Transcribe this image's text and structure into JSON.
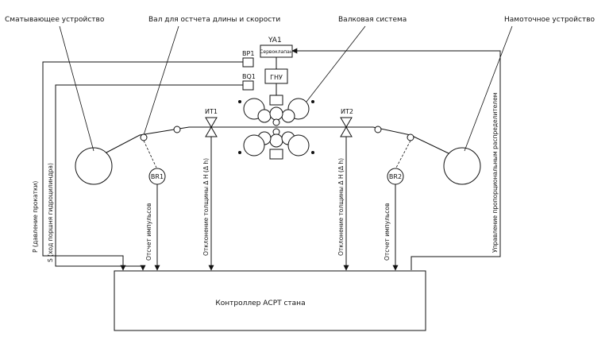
{
  "labels": {
    "unwinder": "Сматывающее устройство",
    "roller": "Вал для остчета длины и скорости",
    "mill": "Валковая система",
    "winder": "Намоточное устройство",
    "bp1": "BP1",
    "bq1": "BQ1",
    "ya1": "YA1",
    "servo": "Сервоклапан",
    "gnu": "ГНУ",
    "it1": "ИТ1",
    "it2": "ИТ2",
    "br1": "BR1",
    "br2": "BR2",
    "controller": "Контроллер АСРТ стана"
  },
  "signals": {
    "pressure": "Р (давление прокатки)",
    "stroke": "S (ход поршня гидроцилиндра)",
    "pulses1": "Отсчет импульсов",
    "thickness1": "Отклонение толщины Δ H (Δ h)",
    "thickness2": "Отклонение толщины Δ H (Δ h)",
    "pulses2": "Отсчет импульсов",
    "valve": "Управление пропорциональным распределителем"
  }
}
